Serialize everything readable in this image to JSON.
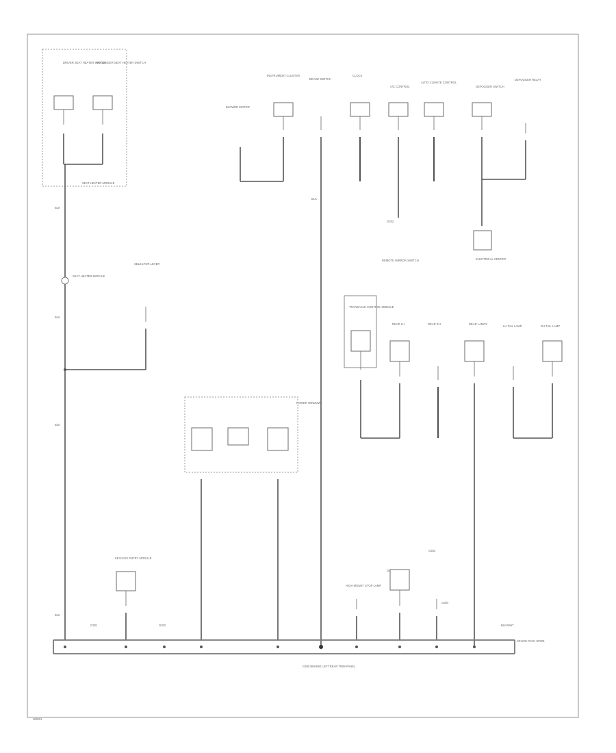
{
  "labels": {
    "fig_id": "W0001",
    "driver_seat_heater": "DRIVER SEAT HEATER SWITCH",
    "pass_seat_heater": "PASSENGER SEAT HEATER SWITCH",
    "seat_heater_module": "SEAT HEATER MODULE",
    "selector": "SELECTOR LEVER",
    "blower": "BLOWER MOTOR",
    "instrument": "INSTRUMENT CLUSTER",
    "brake_switch": "BRAKE SWITCH",
    "clock": "CLOCK",
    "auto_climate": "AUTO CLIMATE CONTROL",
    "ac_control": "A/C CONTROL",
    "defogger_switch": "DEFOGGER SWITCH",
    "defogger_relay": "DEFOGGER RELAY",
    "elec_box": "ELECTRICAL CENTER",
    "g202": "G202",
    "mirror_sw": "REMOTE MIRROR SWITCH",
    "trans_control": "TRANSAXLE CONTROL MODULE",
    "rear_lamps": "REAR LAMPS",
    "lh_tail": "LH TAIL LAMP",
    "rh_tail": "RH TAIL LAMP",
    "rear_lh": "REAR LH",
    "rear_rh": "REAR RH",
    "power_window": "POWER WINDOW",
    "hi_mount": "HIGH MOUNT STOP LAMP",
    "dome_lamp": "DOME LAMP",
    "keyless": "KEYLESS ENTRY MODULE",
    "g301": "G301",
    "g302": "G302",
    "g303": "G303",
    "g304": "G304",
    "ground_main": "G300 BEHIND LEFT REAR TRIM PANEL",
    "ground_right": "SPLICE PACK SP301",
    "wire_blk": "BLK",
    "wire_blkwht": "BLK/WHT"
  }
}
